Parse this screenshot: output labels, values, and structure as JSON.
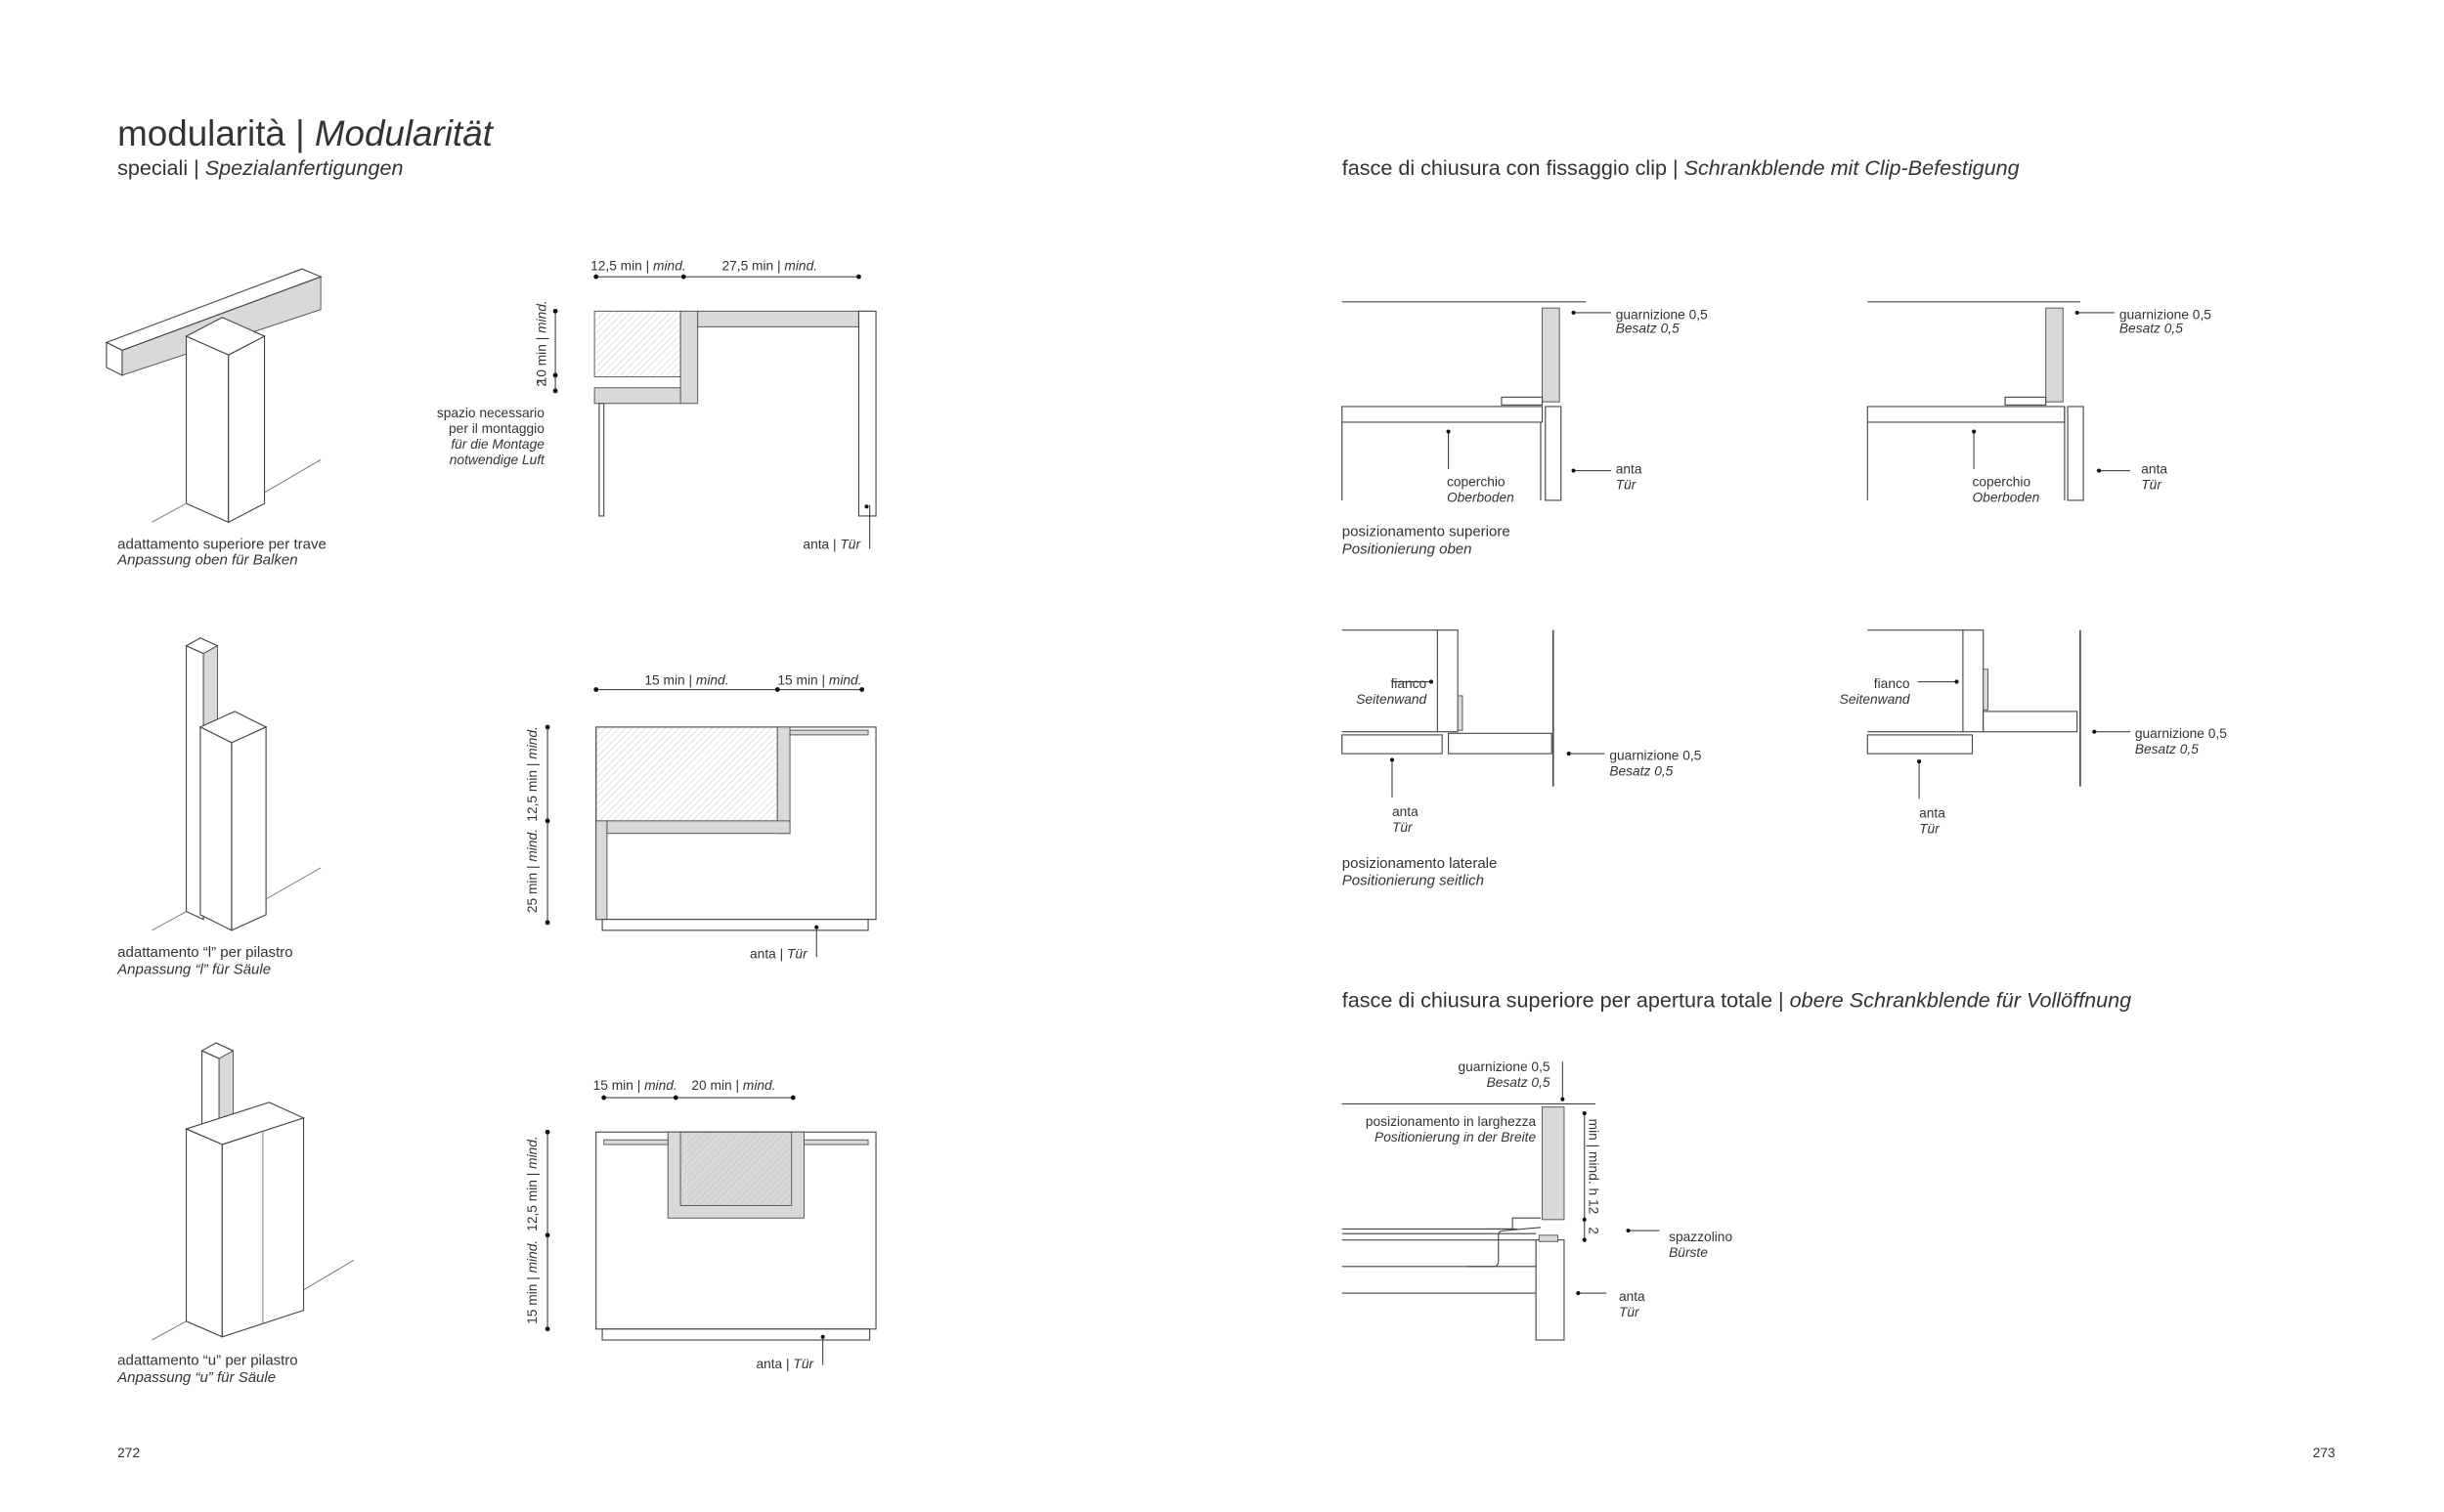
{
  "header": {
    "title_it": "modularità | ",
    "title_de": "Modularität",
    "subtitle_it": "speciali | ",
    "subtitle_de": "Spezialanfertigungen"
  },
  "left_page": {
    "page_number": "272",
    "variants": [
      {
        "caption_it": "adattamento superiore per trave",
        "caption_de": "Anpassung oben für Balken",
        "dims": [
          {
            "value": "12,5 min | ",
            "unit_de": "mind."
          },
          {
            "value": "27,5 min | ",
            "unit_de": "mind."
          },
          {
            "value": "10 min | ",
            "unit_de": "mind."
          },
          {
            "value": "2",
            "unit_de": ""
          }
        ],
        "note_lines": [
          "spazio necessario",
          "per il montaggio",
          "für die Montage",
          "notwendige Luft"
        ],
        "door_label_it": "anta | ",
        "door_label_de": "Tür"
      },
      {
        "caption_it": "adattamento “l” per pilastro",
        "caption_de": "Anpassung “l” für Säule",
        "dims": [
          {
            "value": "15 min | ",
            "unit_de": "mind."
          },
          {
            "value": "15 min | ",
            "unit_de": "mind."
          },
          {
            "value": "12,5 min | ",
            "unit_de": "mind."
          },
          {
            "value": "25 min | ",
            "unit_de": "mind."
          }
        ],
        "door_label_it": "anta | ",
        "door_label_de": "Tür"
      },
      {
        "caption_it": "adattamento “u” per pilastro",
        "caption_de": "Anpassung “u” für Säule",
        "dims": [
          {
            "value": "15 min | ",
            "unit_de": "mind."
          },
          {
            "value": "20 min | ",
            "unit_de": "mind."
          },
          {
            "value": "12,5 min | ",
            "unit_de": "mind."
          },
          {
            "value": "15 min | ",
            "unit_de": "mind."
          }
        ],
        "door_label_it": "anta | ",
        "door_label_de": "Tür"
      }
    ]
  },
  "right_page": {
    "page_number": "273",
    "section1_title_it": "fasce di chiusura con fissaggio clip | ",
    "section1_title_de": "Schrankblende mit Clip-Befestigung",
    "section2_title_it": "fasce di chiusura superiore per apertura totale | ",
    "section2_title_de": "obere Schrankblende für Vollöffnung",
    "labels": {
      "gasket_it": "guarnizione 0,5",
      "gasket_de": "Besatz 0,5",
      "door_it": "anta",
      "door_de": "Tür",
      "cover_it": "coperchio",
      "cover_de": "Oberboden",
      "side_it": "fianco",
      "side_de": "Seitenwand",
      "width_pos_it": "posizionamento in larghezza",
      "width_pos_de": "Positionierung in der Breite",
      "brush_it": "spazzolino",
      "brush_de": "Bürste",
      "height_dim": "min | mind. h 12",
      "gap_dim": "2"
    },
    "captions": {
      "top_it": "posizionamento superiore",
      "top_de": "Positionierung oben",
      "side_it": "posizionamento laterale",
      "side_de": "Positionierung seitlich"
    }
  }
}
